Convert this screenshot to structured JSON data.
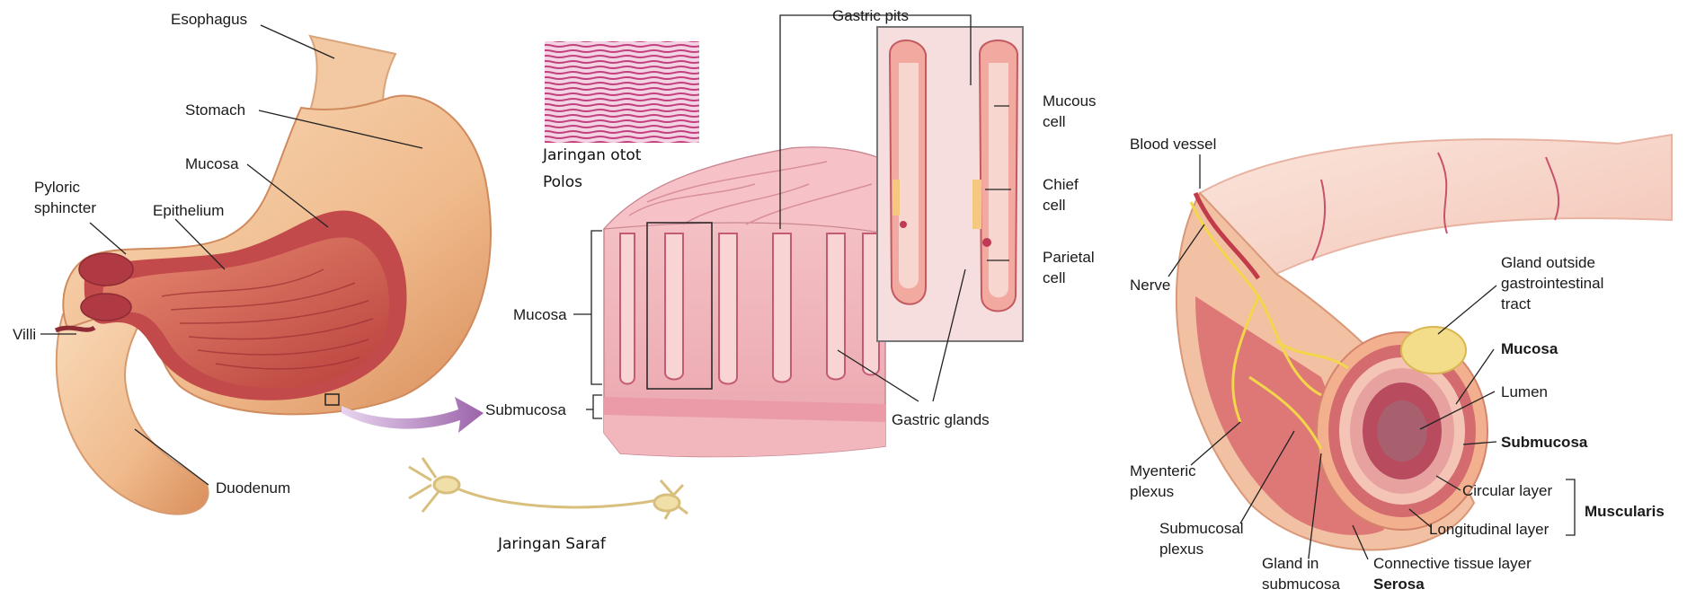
{
  "stomach_panel": {
    "labels": {
      "esophagus": "Esophagus",
      "stomach": "Stomach",
      "mucosa": "Mucosa",
      "pyloric_sphincter": "Pyloric\nsphincter",
      "epithelium": "Epithelium",
      "villi": "Villi",
      "duodenum": "Duodenum"
    }
  },
  "tissue_captions": {
    "smooth_muscle_line1": "Jaringan otot",
    "smooth_muscle_line2": "Polos",
    "nerve_tissue": "Jaringan Saraf"
  },
  "gastric_wall_panel": {
    "labels": {
      "gastric_pits": "Gastric pits",
      "mucous_cell": "Mucous\ncell",
      "chief_cell": "Chief\ncell",
      "parietal_cell": "Parietal\ncell",
      "mucosa": "Mucosa",
      "submucosa": "Submucosa",
      "gastric_glands": "Gastric glands"
    }
  },
  "intestine_panel": {
    "labels": {
      "blood_vessel": "Blood vessel",
      "nerve": "Nerve",
      "gland_outside": "Gland outside\ngastrointestinal\ntract",
      "mucosa": "Mucosa",
      "lumen": "Lumen",
      "submucosa": "Submucosa",
      "circular_layer": "Circular layer",
      "longitudinal_layer": "Longitudinal layer",
      "muscularis": "Muscularis",
      "myenteric_plexus": "Myenteric\nplexus",
      "submucosal_plexus": "Submucosal\nplexus",
      "gland_in_submucosa": "Gland in\nsubmucosa",
      "connective_tissue_layer": "Connective tissue layer",
      "serosa": "Serosa"
    }
  },
  "colors": {
    "stomach_outer": "#f3c59b",
    "stomach_shadow": "#e09a6a",
    "mucosa_red": "#b2343f",
    "tissue_pink": "#f4b9be",
    "gland_pink": "#f6c6c3",
    "muscle_magenta": "#c8508a",
    "nerve_yellow": "#f2d64b",
    "arrow_purple": "#a879b3"
  }
}
